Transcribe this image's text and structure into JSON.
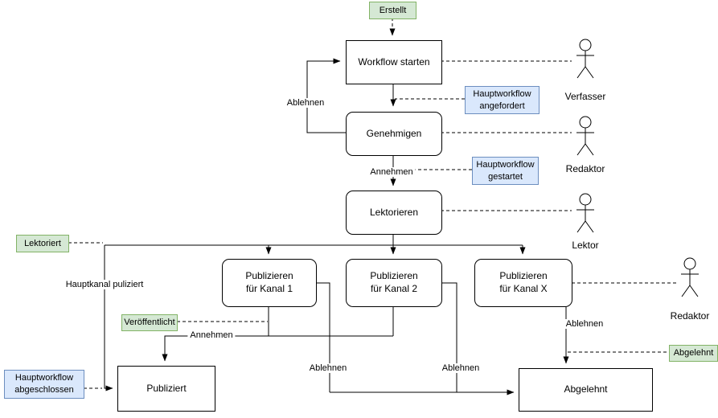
{
  "colors": {
    "state_bg": "#d5e8d4",
    "state_border": "#82b366",
    "event_bg": "#dae8fc",
    "event_border": "#6c8ebf",
    "line": "#000000"
  },
  "tasks": {
    "workflow_starten": "Workflow starten",
    "genehmigen": "Genehmigen",
    "lektorieren": "Lektorieren",
    "kanal1": "Publizieren\nfür Kanal 1",
    "kanal2": "Publizieren\nfür Kanal 2",
    "kanalx": "Publizieren\nfür Kanal X",
    "publiziert": "Publiziert",
    "abgelehnt": "Abgelehnt"
  },
  "states": {
    "erstellt": "Erstellt",
    "lektoriert": "Lektoriert",
    "veroeffentlicht": "Veröffentlicht",
    "abgelehnt": "Abgelehnt"
  },
  "events": {
    "angefordert": "Hauptworkflow\nangefordert",
    "gestartet": "Hauptworkflow\ngestartet",
    "abgeschlossen": "Hauptworkflow\nabgeschlossen"
  },
  "labels": {
    "ablehnen_loop": "Ablehnen",
    "annehmen_top": "Annehmen",
    "hauptkanal": "Hauptkanal puliziert",
    "annehmen_bottom": "Annehmen",
    "ablehnen_k1": "Ablehnen",
    "ablehnen_k2": "Ablehnen",
    "ablehnen_kx": "Ablehnen"
  },
  "actors": {
    "verfasser": "Verfasser",
    "redaktor_top": "Redaktor",
    "lektor": "Lektor",
    "redaktor_bottom": "Redaktor"
  }
}
